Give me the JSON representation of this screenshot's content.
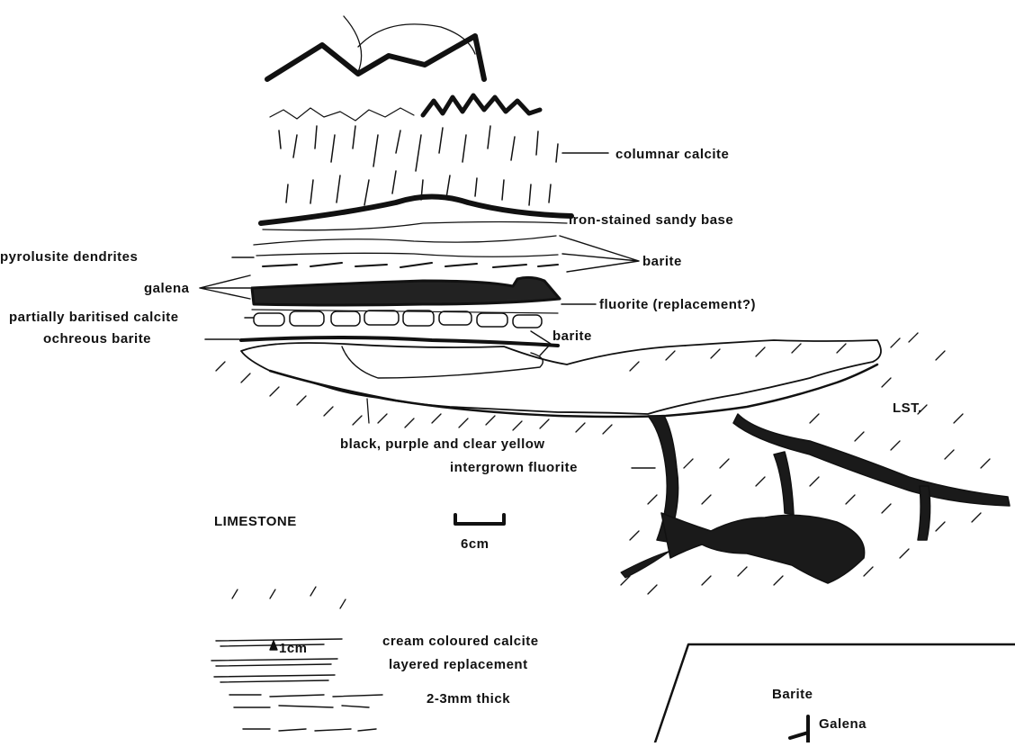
{
  "labels": {
    "columnar_calcite": "columnar calcite",
    "iron_stained_sandy_base": "iron-stained sandy base",
    "pyrolusite_dendrites": "pyrolusite dendrites",
    "barite_upper": "barite",
    "galena": "galena",
    "fluorite_replacement": "fluorite (replacement?)",
    "partially_baritised_calcite": "partially baritised calcite",
    "ochreous_barite": "ochreous barite",
    "barite_lower": "barite",
    "fluorite_line1": "black, purple and clear yellow",
    "fluorite_line2": "intergrown fluorite",
    "lst": "LST.",
    "limestone": "LIMESTONE",
    "scale_bar": "6cm",
    "scale_small": "1cm",
    "cream_line1": "cream coloured calcite",
    "cream_line2": "layered replacement",
    "thickness": "2-3mm thick",
    "inset_barite": "Barite",
    "inset_galena": "Galena"
  },
  "colors": {
    "ink": "#111111",
    "paper": "#ffffff"
  }
}
